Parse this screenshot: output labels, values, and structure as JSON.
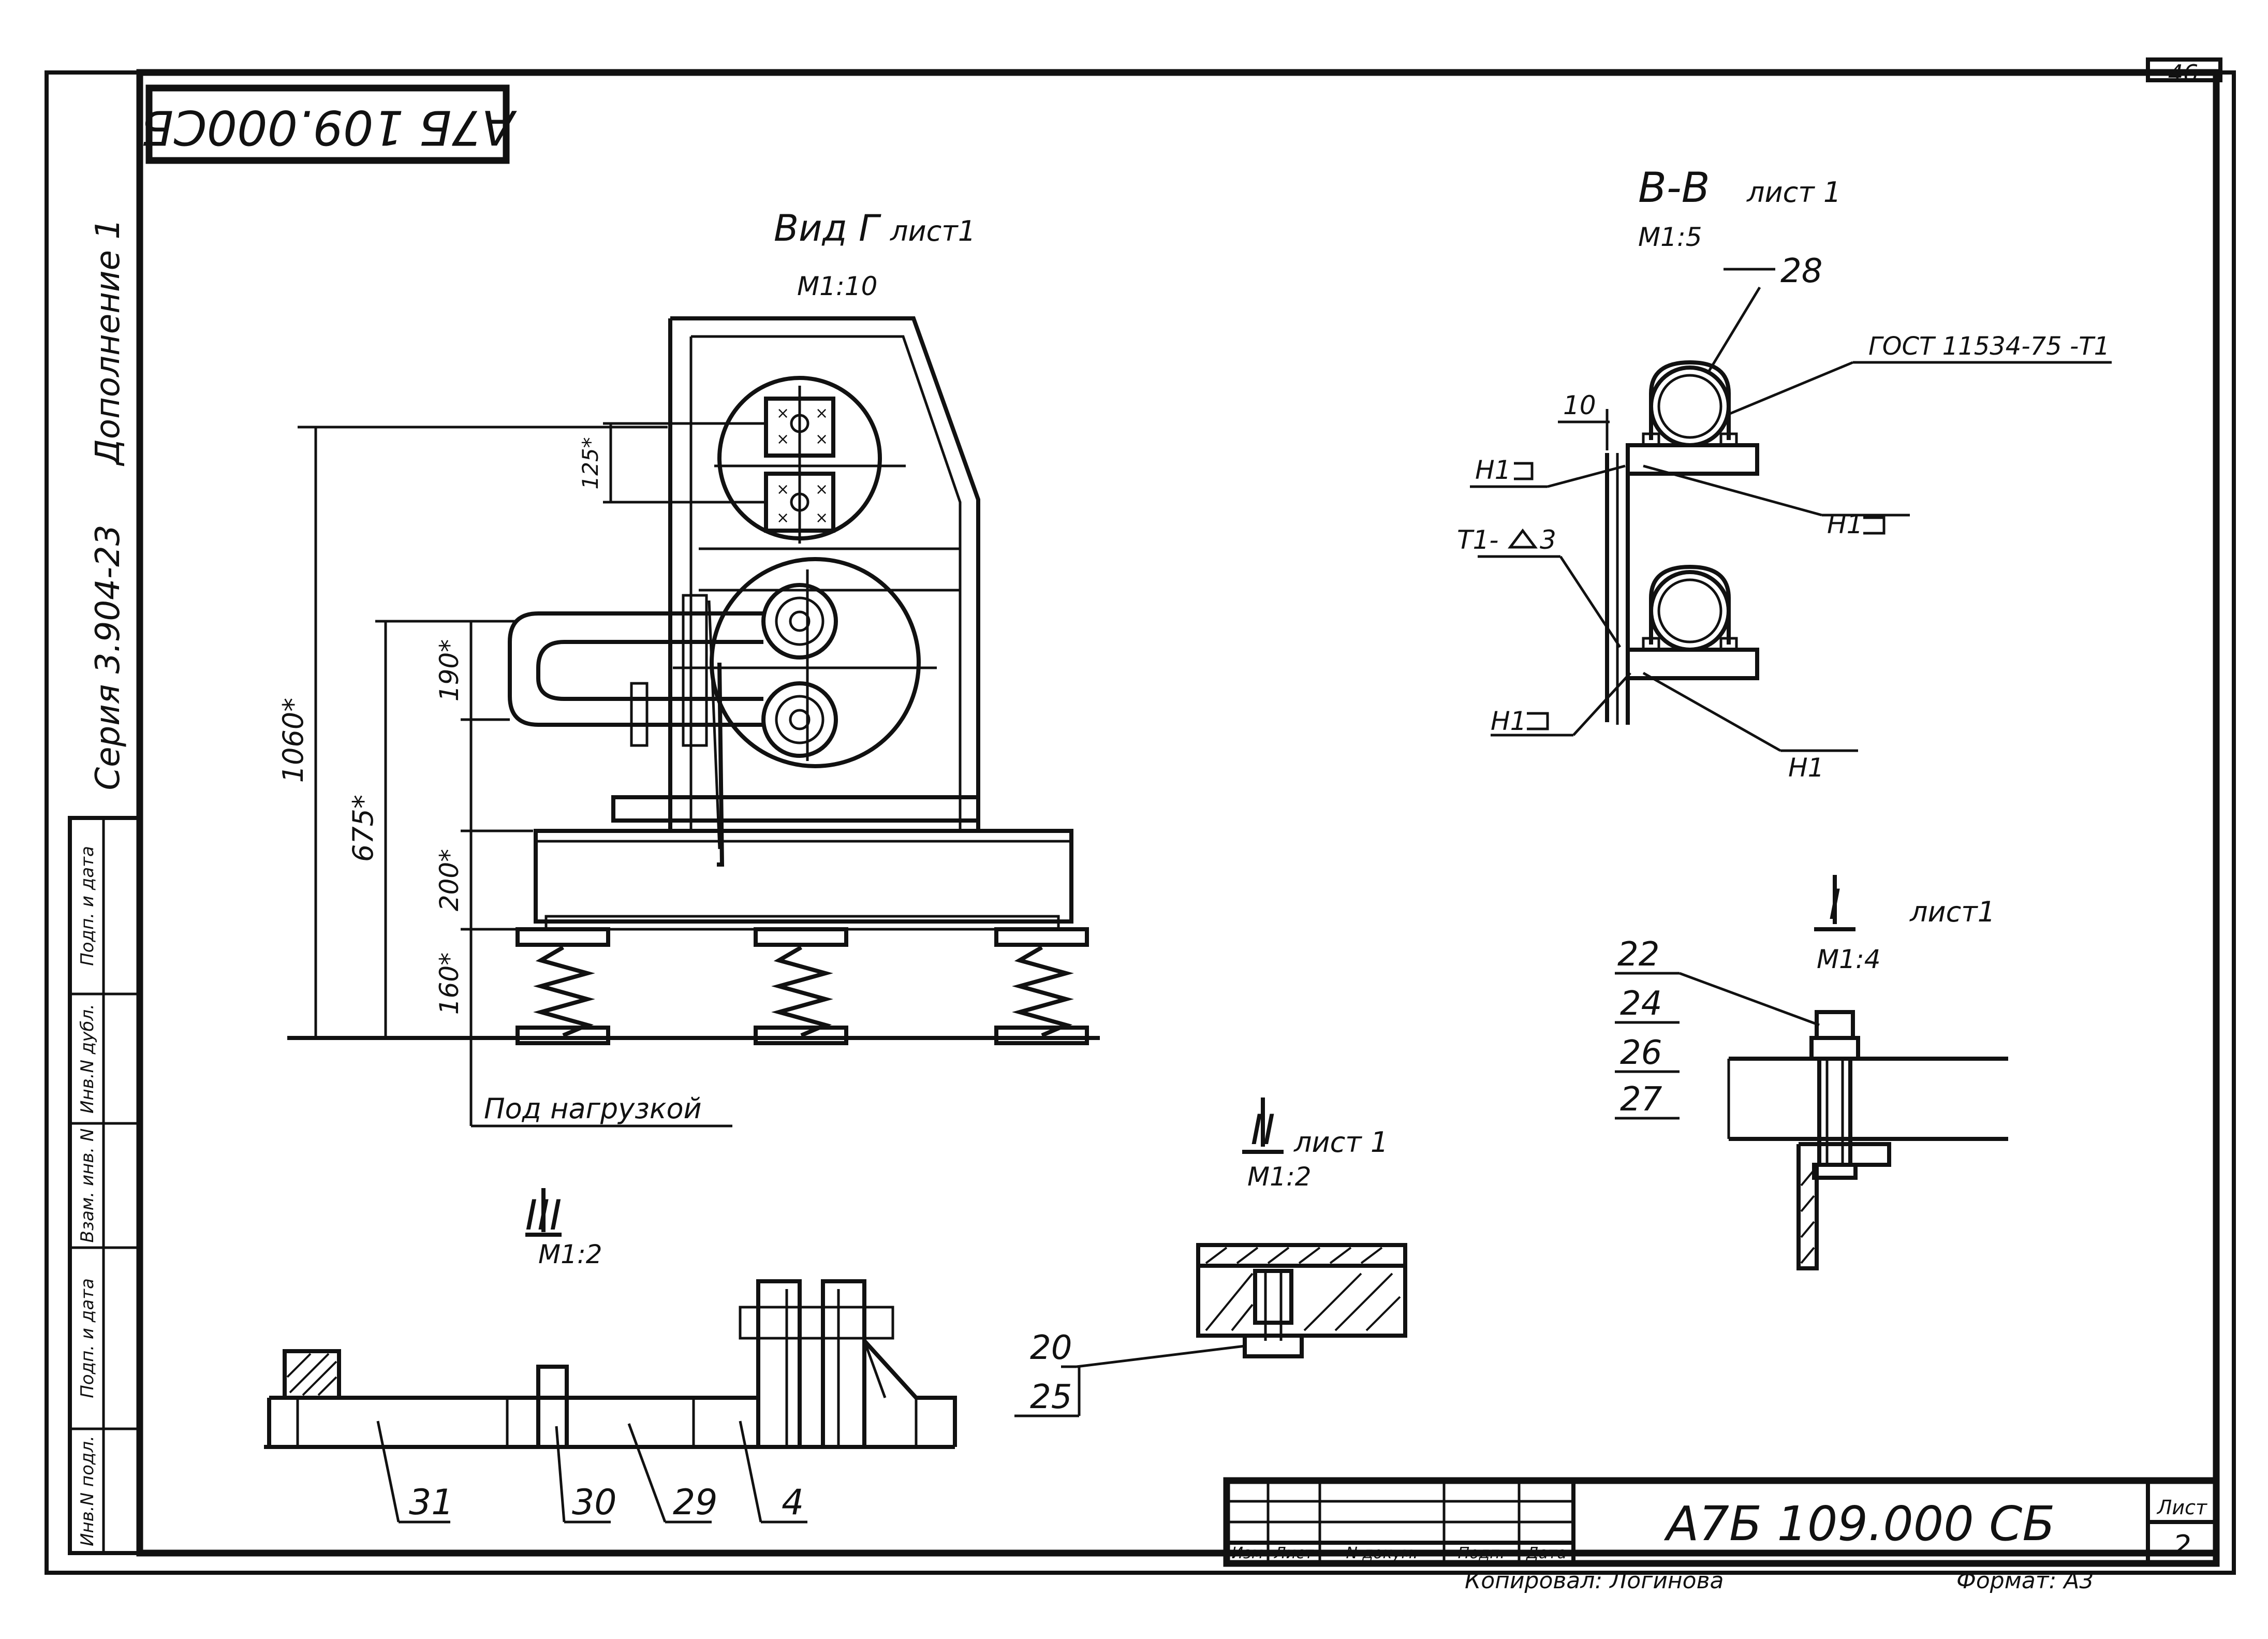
{
  "header": {
    "sheet_number": "46",
    "rotated_designation": "А7Б 109.000СБ",
    "side_addendum": "Дополнение 1",
    "side_series": "Серия 3.904-23"
  },
  "left_stamp": {
    "fields": [
      "Инв.N подл.",
      "Подп. и дата",
      "Взам. инв. N",
      "Инв.N дубл.",
      "Подп. и дата"
    ]
  },
  "views": {
    "view_g": {
      "title": "Вид Г",
      "sheet_ref": "лист1",
      "scale": "М1:10",
      "dims": {
        "overall": "1060*",
        "mid": "675*",
        "pitch_top": "125*",
        "pitch_mid": "190*",
        "frame": "200*",
        "spring": "160*"
      },
      "load_note": "Под нагрузкой"
    },
    "section_bb": {
      "title": "В-В",
      "sheet_ref": "лист 1",
      "scale": "М1:5",
      "callout_28": "28",
      "gost": "ГОСТ 11534-75 -Т1",
      "dim_10": "10",
      "weld_h1_a": "Н1",
      "weld_h1_b": "Н1",
      "weld_t1": "Т1-",
      "weld_t1_leg": "3",
      "weld_h1_c": "Н1",
      "weld_h1_d": "Н1"
    },
    "detail_1": {
      "numeral": "I",
      "sheet_ref": "лист1",
      "scale": "М1:4",
      "callouts": [
        "22",
        "24",
        "26",
        "27"
      ]
    },
    "detail_2": {
      "numeral": "II",
      "sheet_ref": "лист 1",
      "scale": "М1:2",
      "callouts": [
        "20",
        "25"
      ]
    },
    "detail_3": {
      "numeral": "III",
      "scale": "М1:2",
      "callouts": [
        "31",
        "30",
        "29",
        "4"
      ]
    }
  },
  "title_block": {
    "columns": [
      "Изм",
      "Лист",
      "N докум.",
      "Подп.",
      "Дата"
    ],
    "designation": "А7Б 109.000 СБ",
    "sheet_label": "Лист",
    "sheet_value": "2",
    "copied_by": "Копировал: Логинова",
    "format": "Формат: А3"
  }
}
